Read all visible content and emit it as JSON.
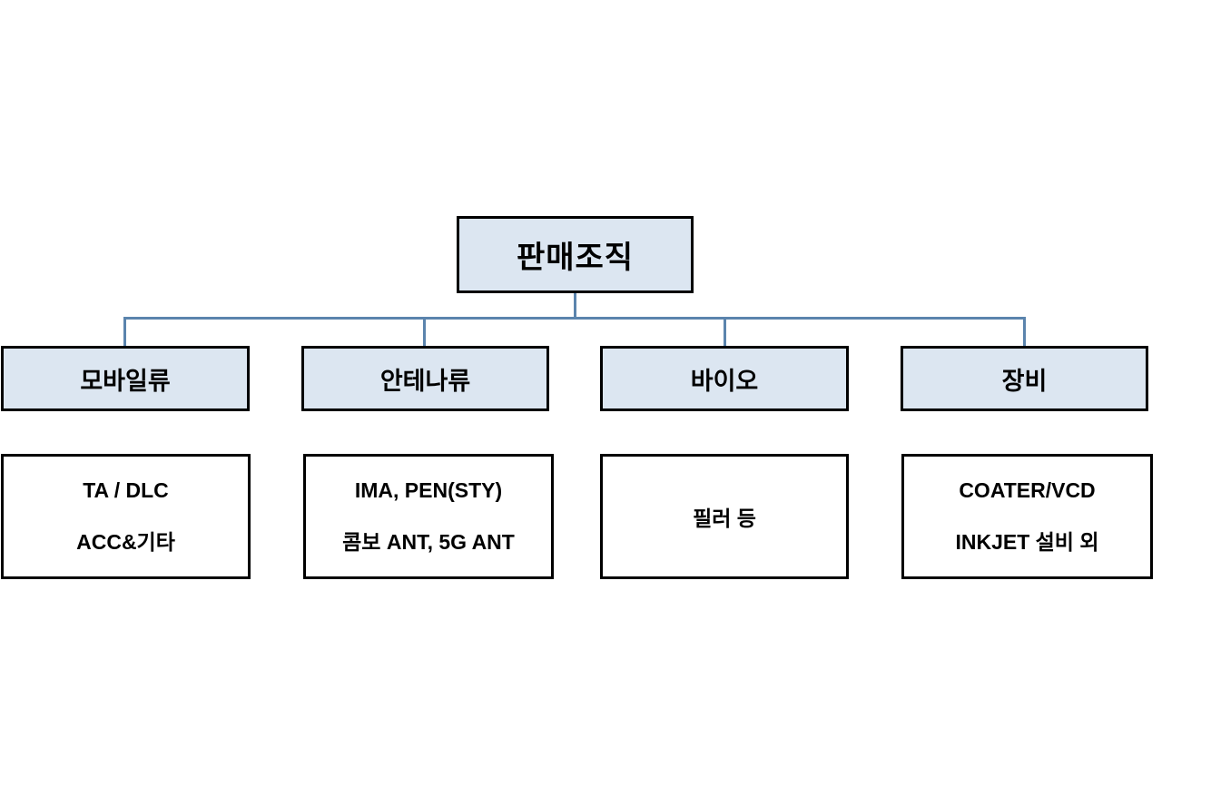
{
  "diagram": {
    "root": {
      "label": "판매조직"
    },
    "branches": [
      {
        "label": "모바일류",
        "details": [
          "TA / DLC",
          "ACC&기타"
        ]
      },
      {
        "label": "안테나류",
        "details": [
          "IMA, PEN(STY)",
          "콤보 ANT, 5G ANT"
        ]
      },
      {
        "label": "바이오",
        "details": [
          "필러 등"
        ]
      },
      {
        "label": "장비",
        "details": [
          "COATER/VCD",
          "INKJET 설비 외"
        ]
      }
    ],
    "colors": {
      "background": "#ffffff",
      "node_fill": "#dce6f1",
      "node_border": "#000000",
      "detail_fill": "#ffffff",
      "connector": "#5b84ad",
      "text": "#000000"
    }
  }
}
